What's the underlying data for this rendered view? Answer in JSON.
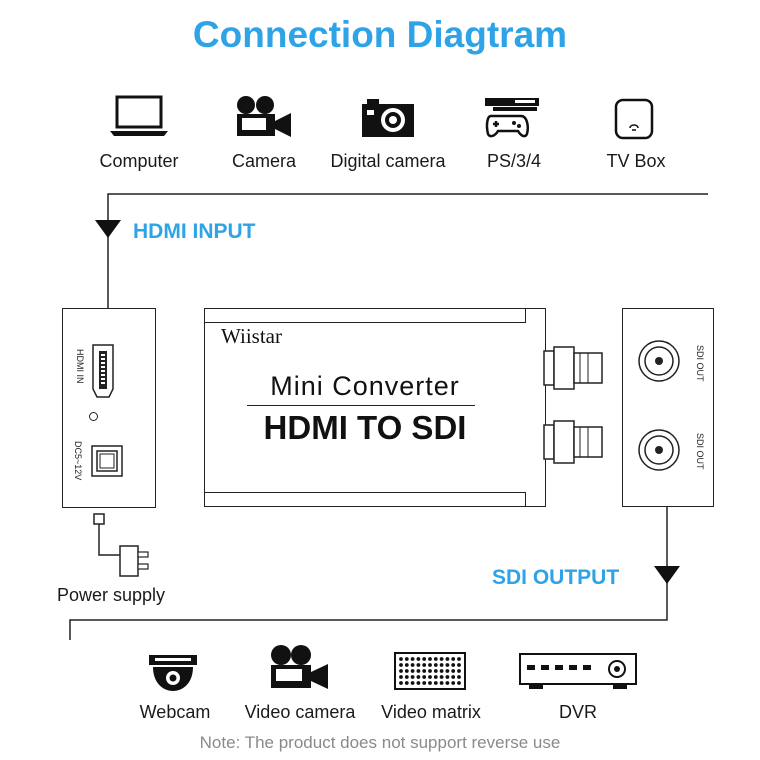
{
  "title": "Connection Diagtram",
  "inputs": [
    {
      "label": "Computer",
      "icon": "laptop-icon"
    },
    {
      "label": "Camera",
      "icon": "movie-camera-icon"
    },
    {
      "label": "Digital camera",
      "icon": "digital-camera-icon"
    },
    {
      "label": "PS/3/4",
      "icon": "game-console-icon"
    },
    {
      "label": "TV Box",
      "icon": "tv-box-icon"
    }
  ],
  "hdmi_input_label": "HDMI INPUT",
  "left_panel": {
    "hdmi_in": "HDMI IN",
    "dc": "DC5~12V"
  },
  "converter": {
    "brand": "Wiistar",
    "line1": "Mini Converter",
    "line2": "HDMI TO SDI"
  },
  "right_panel": {
    "sdi_out_1": "SDI OUT",
    "sdi_out_2": "SDI OUT"
  },
  "power_supply_label": "Power supply",
  "sdi_output_label": "SDI OUTPUT",
  "outputs": [
    {
      "label": "Webcam",
      "icon": "dome-camera-icon"
    },
    {
      "label": "Video camera",
      "icon": "movie-camera-icon"
    },
    {
      "label": "Video matrix",
      "icon": "video-matrix-icon"
    },
    {
      "label": "DVR",
      "icon": "dvr-icon"
    }
  ],
  "note": "Note: The product does not support reverse use",
  "colors": {
    "accent": "#2ea3e6",
    "line": "#222222",
    "note": "#8a8a8a"
  }
}
